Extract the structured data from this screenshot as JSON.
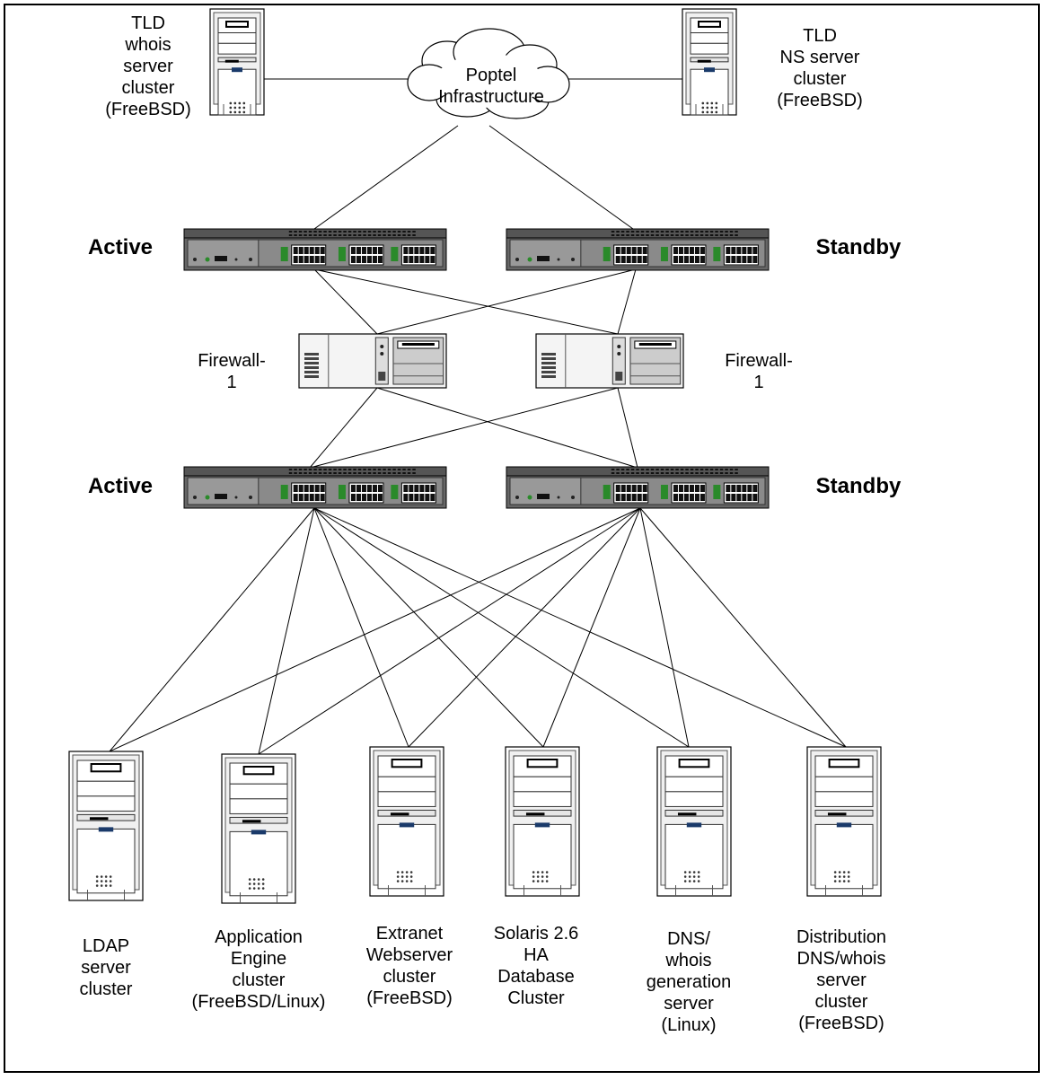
{
  "cloud": {
    "lines": [
      "Poptel",
      "Infrastructure"
    ]
  },
  "top_servers": [
    {
      "id": "tld-whois",
      "lines": [
        "TLD",
        "whois",
        "server",
        "cluster",
        "(FreeBSD)"
      ]
    },
    {
      "id": "tld-ns",
      "lines": [
        "TLD",
        "NS server",
        "cluster",
        "(FreeBSD)"
      ]
    }
  ],
  "switch_tiers": [
    {
      "left_label": "Active",
      "right_label": "Standby"
    },
    {
      "left_label": "Active",
      "right_label": "Standby"
    }
  ],
  "firewalls": [
    {
      "lines": [
        "Firewall-",
        "1"
      ]
    },
    {
      "lines": [
        "Firewall-",
        "1"
      ]
    }
  ],
  "bottom_servers": [
    {
      "lines": [
        "LDAP",
        "server",
        "cluster"
      ]
    },
    {
      "lines": [
        "Application",
        "Engine",
        "cluster",
        "(FreeBSD/Linux)"
      ]
    },
    {
      "lines": [
        "Extranet",
        "Webserver",
        "cluster",
        "(FreeBSD)"
      ]
    },
    {
      "lines": [
        "Solaris 2.6",
        "HA",
        "Database",
        "Cluster"
      ]
    },
    {
      "lines": [
        "DNS/",
        "whois",
        "generation",
        "server",
        "(Linux)"
      ]
    },
    {
      "lines": [
        "Distribution",
        "DNS/whois",
        "server",
        "cluster",
        "(FreeBSD)"
      ]
    }
  ],
  "colors": {
    "device_dark": "#555555",
    "device_light": "#f0f0f0",
    "accent": "#1a3a6a",
    "port_green": "#2a8a2a"
  }
}
